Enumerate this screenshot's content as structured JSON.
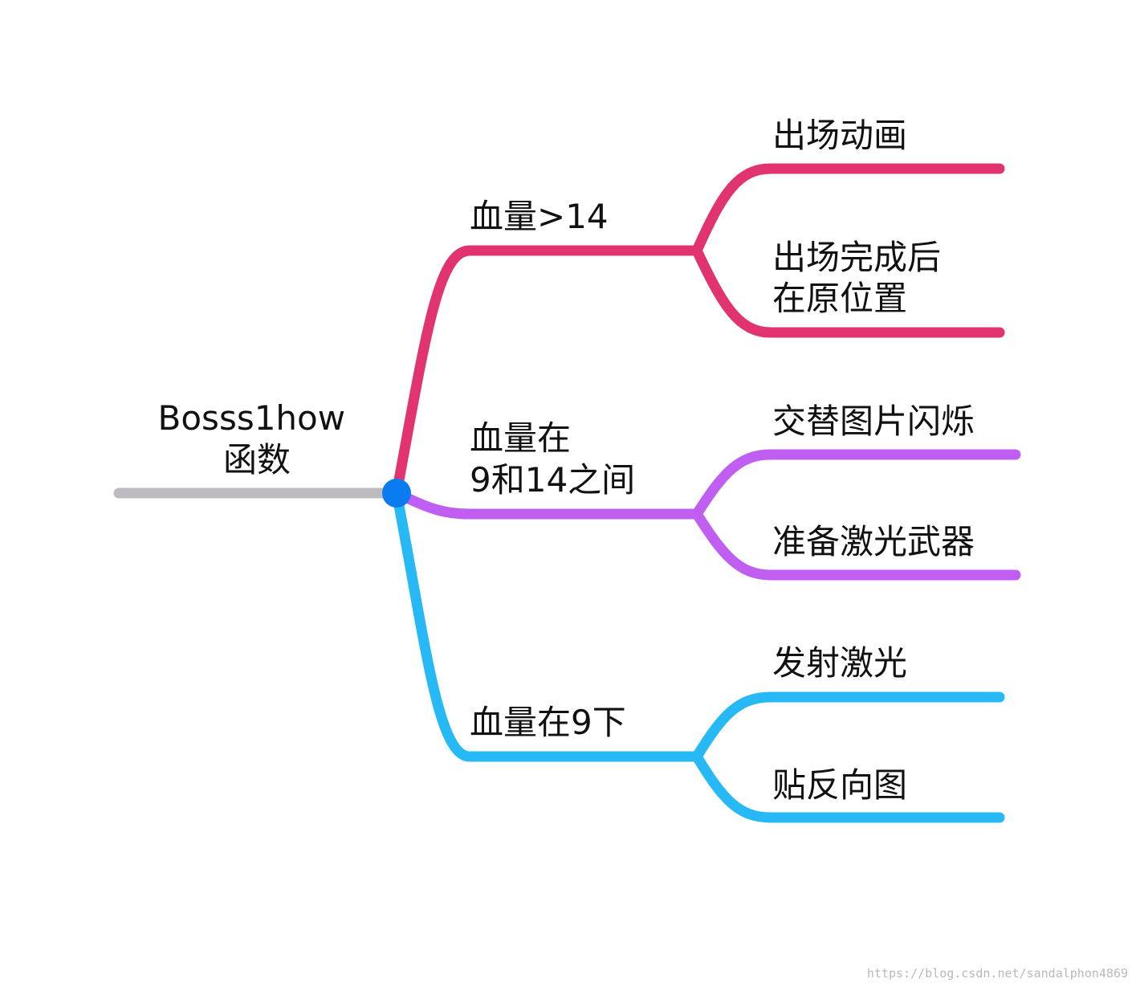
{
  "root": {
    "label_lines": [
      "Bosss1how",
      "函数"
    ]
  },
  "colors": {
    "root_line": "#bdbbbf",
    "hub": "#0b7cf0",
    "branch_1": "#e03370",
    "branch_2": "#c05ef2",
    "branch_3": "#27b9f5",
    "text": "#111111",
    "watermark": "#b9b9b9"
  },
  "branches": [
    {
      "label_lines": [
        "血量>14"
      ],
      "color_key": "branch_1",
      "children": [
        {
          "label_lines": [
            "出场动画"
          ]
        },
        {
          "label_lines": [
            "出场完成后",
            "在原位置"
          ]
        }
      ]
    },
    {
      "label_lines": [
        "血量在",
        "9和14之间"
      ],
      "color_key": "branch_2",
      "children": [
        {
          "label_lines": [
            "交替图片闪烁"
          ]
        },
        {
          "label_lines": [
            "准备激光武器"
          ]
        }
      ]
    },
    {
      "label_lines": [
        "血量在9下"
      ],
      "color_key": "branch_3",
      "children": [
        {
          "label_lines": [
            "发射激光"
          ]
        },
        {
          "label_lines": [
            "贴反向图"
          ]
        }
      ]
    }
  ],
  "watermark": "https://blog.csdn.net/sandalphon4869"
}
